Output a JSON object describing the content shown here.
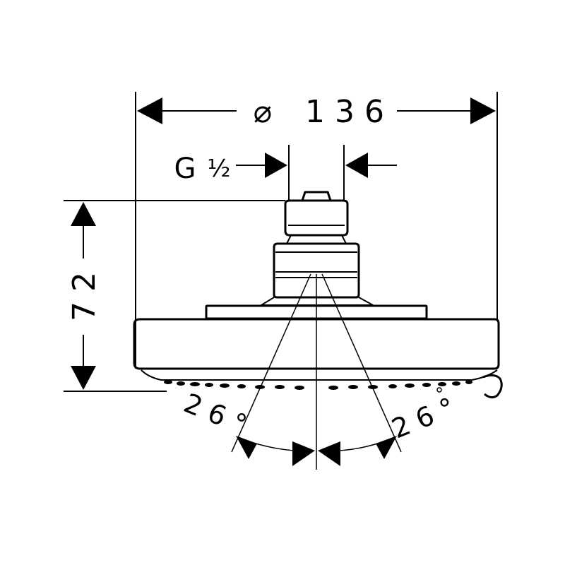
{
  "drawing": {
    "diameter_symbol": "⌀",
    "diameter_value": "1 3 6",
    "thread_label": "G",
    "thread_size": "½",
    "height_value": "7 2",
    "angle_left": "2 6 °",
    "angle_right": "2 6 °"
  },
  "colors": {
    "line": "#000000",
    "background": "#ffffff"
  }
}
